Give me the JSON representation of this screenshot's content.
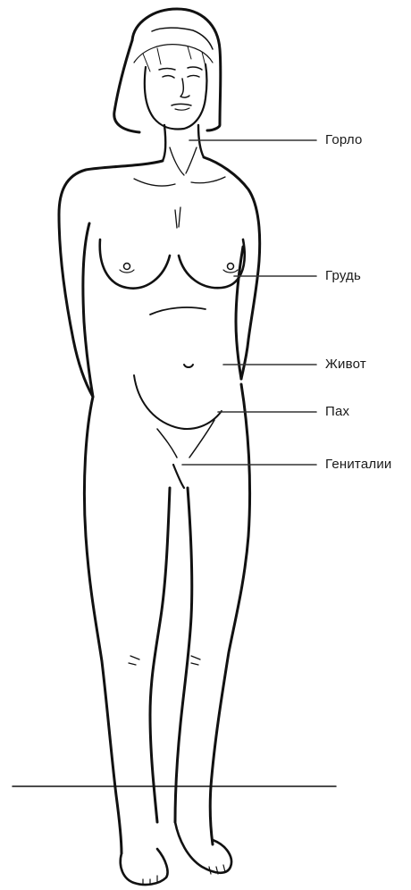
{
  "labels": {
    "throat": "Горло",
    "breast": "Грудь",
    "belly": "Живот",
    "groin": "Пах",
    "genitals": "Гениталии"
  },
  "colors": {
    "line": "#111111",
    "leader": "#333333",
    "background": "#ffffff"
  }
}
